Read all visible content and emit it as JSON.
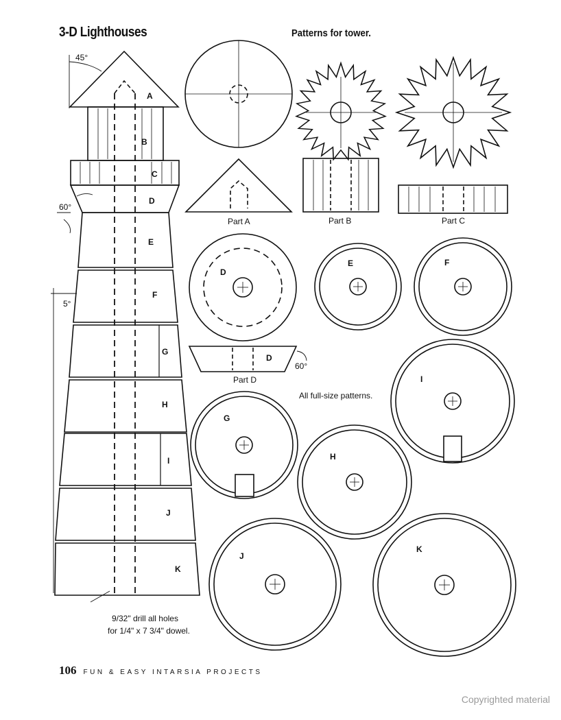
{
  "page": {
    "title": "3-D Lighthouses",
    "subtitle": "Patterns for tower.",
    "page_number": "106",
    "book_title": "FUN & EASY INTARSIA PROJECTS",
    "copyright": "Copyrighted material",
    "note": "All full-size patterns."
  },
  "tower": {
    "labels": {
      "A": "A",
      "B": "B",
      "C": "C",
      "D": "D",
      "E": "E",
      "F": "F",
      "G": "G",
      "H": "H",
      "I": "I",
      "J": "J",
      "K": "K"
    },
    "angle_roof": "45°",
    "angle_base": "60°",
    "angle_taper": "5°",
    "drill_note_1": "9/32\" drill all holes",
    "drill_note_2": "for 1/4\" x 7 3/4\" dowel."
  },
  "parts": {
    "part_a": "Part A",
    "part_b": "Part B",
    "part_c": "Part C",
    "part_d": "Part D",
    "d_angle": "60°",
    "circle_labels": {
      "D": "D",
      "E": "E",
      "F": "F",
      "G": "G",
      "H": "H",
      "I": "I",
      "J": "J",
      "K": "K"
    }
  }
}
